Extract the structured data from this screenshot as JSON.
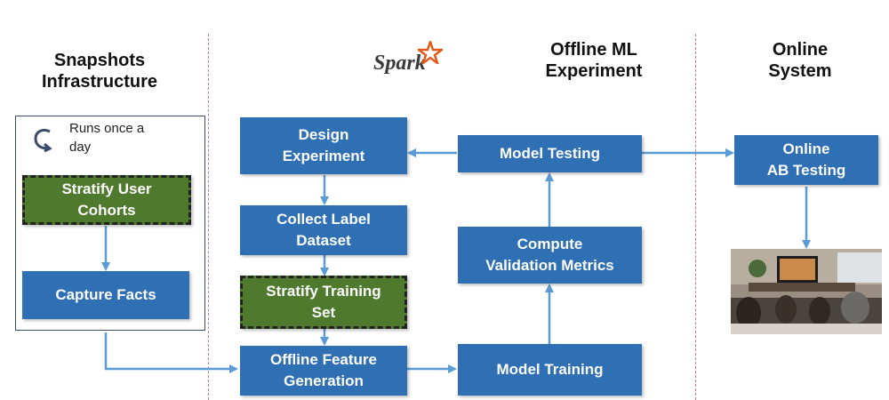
{
  "headers": {
    "snapshots": "Snapshots\nInfrastructure",
    "offline": "Offline ML\nExperiment",
    "online": "Online\nSystem"
  },
  "spark": {
    "logo_text": "Spark"
  },
  "snapshots": {
    "runs_note": "Runs once a\nday",
    "stratify_cohorts": "Stratify User\nCohorts",
    "capture_facts": "Capture Facts"
  },
  "pipeline": {
    "design_experiment": "Design\nExperiment",
    "collect_label": "Collect Label\nDataset",
    "stratify_training": "Stratify Training\nSet",
    "offline_feature": "Offline Feature\nGeneration",
    "model_training": "Model Training",
    "compute_validation": "Compute\nValidation Metrics",
    "model_testing": "Model Testing"
  },
  "online": {
    "ab_testing": "Online\nAB Testing"
  },
  "colors": {
    "blue_box": "#2f6fb4",
    "green_box": "#4f7a2e",
    "arrow": "#5b9bd5",
    "divider": "#c07a8a"
  }
}
